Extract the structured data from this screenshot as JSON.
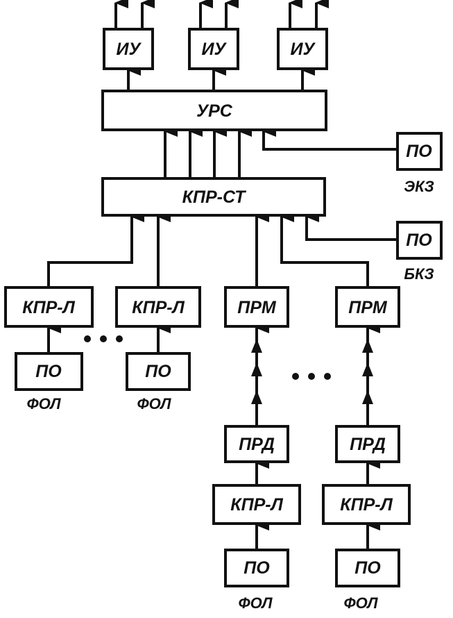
{
  "blocks": {
    "iu": "ИУ",
    "urs": "УРС",
    "kpr_st": "КПР-СТ",
    "po": "ПО",
    "kpr_l": "КПР-Л",
    "prm": "ПРМ",
    "prd": "ПРД"
  },
  "captions": {
    "ekz": "ЭКЗ",
    "bkz": "БКЗ",
    "fol": "ФОЛ"
  },
  "colors": {
    "ink": "#111111",
    "paper": "#ffffff"
  }
}
